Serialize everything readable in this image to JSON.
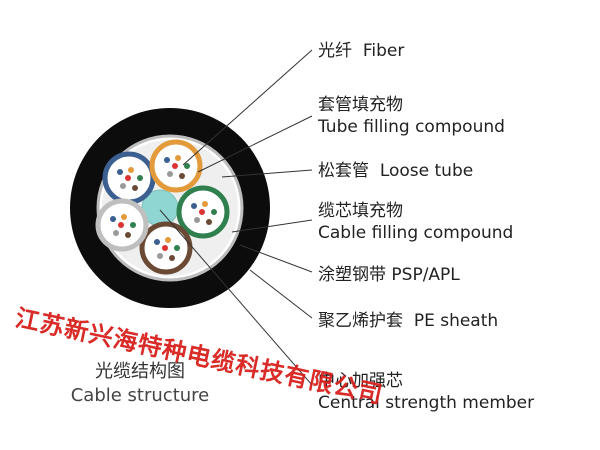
{
  "labels": {
    "fiber": {
      "zh": "光纤",
      "en": "Fiber"
    },
    "tube_filling": {
      "zh": "套管填充物",
      "en": "Tube filling compound"
    },
    "loose_tube": {
      "zh": "松套管",
      "en": "Loose tube"
    },
    "cable_filling": {
      "zh": "缆芯填充物",
      "en": "Cable filling compound"
    },
    "psp": {
      "zh": "涂塑钢带",
      "en": "PSP/APL"
    },
    "pe_sheath": {
      "zh": "聚乙烯护套",
      "en": "PE sheath"
    },
    "strength": {
      "zh": "中心加强芯",
      "en": "Central strength member"
    }
  },
  "caption": {
    "zh": "光缆结构图",
    "en": "Cable structure"
  },
  "watermark": "江苏新兴海特种电缆科技有限公司",
  "colors": {
    "sheath": "#0c0c0c",
    "armor": "#cfcfcf",
    "strength": "#8fd6d2",
    "tube_blue": "#3b5f91",
    "tube_orange": "#e39a3a",
    "tube_green": "#2f7f4f",
    "tube_brown": "#6b4a35",
    "tube_white": "#bfbfbf",
    "watermark": "#d8201c"
  }
}
